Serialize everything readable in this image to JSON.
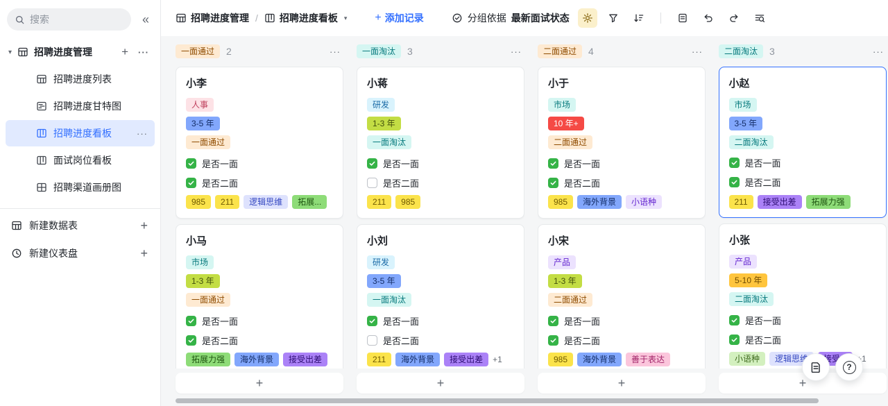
{
  "theme": {
    "accent": "#3370ff",
    "board_bg": "#f5f6f7",
    "checkbox_green": "#35b347",
    "selected_nav_bg": "#e1eaff",
    "settings_active_bg": "#fbf0cb"
  },
  "tag_palette": {
    "orangelight": {
      "bg": "#feead2",
      "fg": "#8f4c00"
    },
    "cyanlight": {
      "bg": "#d5f6f2",
      "fg": "#077a7d"
    },
    "rose": {
      "bg": "#fde2e6",
      "fg": "#c0415e"
    },
    "teal": {
      "bg": "#d5f6f2",
      "fg": "#077a7d"
    },
    "sky": {
      "bg": "#d9f3fd",
      "fg": "#1a6aa6"
    },
    "lavender": {
      "bg": "#ece2fe",
      "fg": "#6425d0"
    },
    "blue": {
      "bg": "#82a7fc",
      "fg": "#132c66"
    },
    "lime": {
      "bg": "#c3dd44",
      "fg": "#41500c"
    },
    "red": {
      "bg": "#f54a45",
      "fg": "#ffffff"
    },
    "amber": {
      "bg": "#ffc53d",
      "fg": "#6d4a00"
    },
    "yellow": {
      "bg": "#fbe34b",
      "fg": "#6f5a00"
    },
    "periwinkle": {
      "bg": "#dee2fd",
      "fg": "#3346c0"
    },
    "purple": {
      "bg": "#ab82f7",
      "fg": "#2d0d73"
    },
    "green": {
      "bg": "#8edc78",
      "fg": "#1e5410"
    },
    "pink": {
      "bg": "#fbc6dc",
      "fg": "#a12468"
    },
    "mint": {
      "bg": "#d3f0bf",
      "fg": "#3f6b1e"
    }
  },
  "icons": {
    "collapse": "«",
    "more": "···",
    "plus": "+",
    "caret_down": "▾",
    "breadcrumb_separator": "/",
    "question_mark": "?"
  },
  "sidebar": {
    "search": {
      "placeholder": "搜索"
    },
    "root": {
      "label": "招聘进度管理",
      "icon": "table"
    },
    "items": [
      {
        "label": "招聘进度列表",
        "icon": "table",
        "active": false
      },
      {
        "label": "招聘进度甘特图",
        "icon": "gantt",
        "active": false
      },
      {
        "label": "招聘进度看板",
        "icon": "kanban",
        "active": true
      },
      {
        "label": "面试岗位看板",
        "icon": "kanban",
        "active": false
      },
      {
        "label": "招聘渠道画册图",
        "icon": "gallery",
        "active": false
      }
    ],
    "footer_items": [
      {
        "label": "新建数据表",
        "icon": "table"
      },
      {
        "label": "新建仪表盘",
        "icon": "clock"
      }
    ]
  },
  "topbar": {
    "breadcrumb_root": "招聘进度管理",
    "breadcrumb_current": "招聘进度看板",
    "add_record_label": "添加记录",
    "group_by_label": "分组依据",
    "group_by_value": "最新面试状态"
  },
  "board": {
    "columns": [
      {
        "title": "一面通过",
        "color": "orangelight",
        "count": 2,
        "cards": [
          {
            "name": "小李",
            "selected": false,
            "tags": [
              {
                "text": "人事",
                "color": "rose"
              },
              {
                "text": "3-5 年",
                "color": "blue"
              },
              {
                "text": "一面通过",
                "color": "orangelight"
              }
            ],
            "checks": [
              {
                "label": "是否一面",
                "checked": true
              },
              {
                "label": "是否二面",
                "checked": true
              }
            ],
            "footer_tags": [
              {
                "text": "985",
                "color": "yellow"
              },
              {
                "text": "211",
                "color": "yellow"
              },
              {
                "text": "逻辑思维",
                "color": "periwinkle"
              },
              {
                "text": "拓展...",
                "color": "green"
              }
            ],
            "more_count": ""
          },
          {
            "name": "小马",
            "selected": false,
            "tags": [
              {
                "text": "市场",
                "color": "teal"
              },
              {
                "text": "1-3 年",
                "color": "lime"
              },
              {
                "text": "一面通过",
                "color": "orangelight"
              }
            ],
            "checks": [
              {
                "label": "是否一面",
                "checked": true
              },
              {
                "label": "是否二面",
                "checked": true
              }
            ],
            "footer_tags": [
              {
                "text": "拓展力强",
                "color": "green"
              },
              {
                "text": "海外背景",
                "color": "blue"
              },
              {
                "text": "接受出差",
                "color": "purple"
              }
            ],
            "more_count": ""
          }
        ]
      },
      {
        "title": "一面淘汰",
        "color": "cyanlight",
        "count": 3,
        "cards": [
          {
            "name": "小蒋",
            "selected": false,
            "tags": [
              {
                "text": "研发",
                "color": "sky"
              },
              {
                "text": "1-3 年",
                "color": "lime"
              },
              {
                "text": "一面淘汰",
                "color": "cyanlight"
              }
            ],
            "checks": [
              {
                "label": "是否一面",
                "checked": true
              },
              {
                "label": "是否二面",
                "checked": false
              }
            ],
            "footer_tags": [
              {
                "text": "211",
                "color": "yellow"
              },
              {
                "text": "985",
                "color": "yellow"
              }
            ],
            "more_count": ""
          },
          {
            "name": "小刘",
            "selected": false,
            "tags": [
              {
                "text": "研发",
                "color": "sky"
              },
              {
                "text": "3-5 年",
                "color": "blue"
              },
              {
                "text": "一面淘汰",
                "color": "cyanlight"
              }
            ],
            "checks": [
              {
                "label": "是否一面",
                "checked": true
              },
              {
                "label": "是否二面",
                "checked": false
              }
            ],
            "footer_tags": [
              {
                "text": "211",
                "color": "yellow"
              },
              {
                "text": "海外背景",
                "color": "blue"
              },
              {
                "text": "接受出差",
                "color": "purple"
              }
            ],
            "more_count": "+1"
          }
        ]
      },
      {
        "title": "二面通过",
        "color": "orangelight",
        "count": 4,
        "cards": [
          {
            "name": "小于",
            "selected": false,
            "tags": [
              {
                "text": "市场",
                "color": "teal"
              },
              {
                "text": "10 年+",
                "color": "red"
              },
              {
                "text": "二面通过",
                "color": "orangelight"
              }
            ],
            "checks": [
              {
                "label": "是否一面",
                "checked": true
              },
              {
                "label": "是否二面",
                "checked": true
              }
            ],
            "footer_tags": [
              {
                "text": "985",
                "color": "yellow"
              },
              {
                "text": "海外背景",
                "color": "blue"
              },
              {
                "text": "小语种",
                "color": "lavender"
              }
            ],
            "more_count": ""
          },
          {
            "name": "小宋",
            "selected": false,
            "tags": [
              {
                "text": "产品",
                "color": "lavender"
              },
              {
                "text": "1-3 年",
                "color": "lime"
              },
              {
                "text": "二面通过",
                "color": "orangelight"
              }
            ],
            "checks": [
              {
                "label": "是否一面",
                "checked": true
              },
              {
                "label": "是否二面",
                "checked": true
              }
            ],
            "footer_tags": [
              {
                "text": "985",
                "color": "yellow"
              },
              {
                "text": "海外背景",
                "color": "blue"
              },
              {
                "text": "善于表达",
                "color": "pink"
              }
            ],
            "more_count": ""
          }
        ]
      },
      {
        "title": "二面淘汰",
        "color": "cyanlight",
        "count": 3,
        "cards": [
          {
            "name": "小赵",
            "selected": true,
            "tags": [
              {
                "text": "市场",
                "color": "teal"
              },
              {
                "text": "3-5 年",
                "color": "blue"
              },
              {
                "text": "二面淘汰",
                "color": "cyanlight"
              }
            ],
            "checks": [
              {
                "label": "是否一面",
                "checked": true
              },
              {
                "label": "是否二面",
                "checked": true
              }
            ],
            "footer_tags": [
              {
                "text": "211",
                "color": "yellow"
              },
              {
                "text": "接受出差",
                "color": "purple"
              },
              {
                "text": "拓展力强",
                "color": "green"
              }
            ],
            "more_count": ""
          },
          {
            "name": "小张",
            "selected": false,
            "tags": [
              {
                "text": "产品",
                "color": "lavender"
              },
              {
                "text": "5-10 年",
                "color": "amber"
              },
              {
                "text": "二面淘汰",
                "color": "cyanlight"
              }
            ],
            "checks": [
              {
                "label": "是否一面",
                "checked": true
              },
              {
                "label": "是否二面",
                "checked": true
              }
            ],
            "footer_tags": [
              {
                "text": "小语种",
                "color": "mint"
              },
              {
                "text": "逻辑思维",
                "color": "periwinkle"
              },
              {
                "text": "接受...",
                "color": "purple"
              }
            ],
            "more_count": "+1"
          }
        ]
      }
    ]
  }
}
